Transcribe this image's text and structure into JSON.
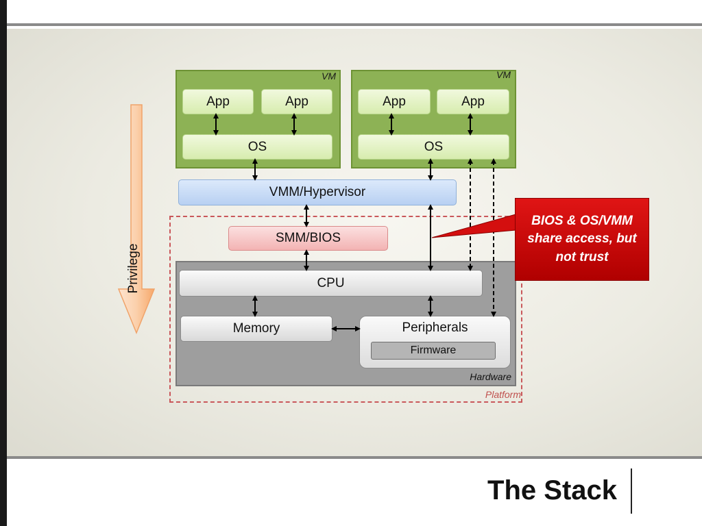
{
  "title": "The Stack",
  "privilege_label": "Privilege",
  "vm1": {
    "label": "VM",
    "app1": "App",
    "app2": "App",
    "os": "OS"
  },
  "vm2": {
    "label": "VM",
    "app1": "App",
    "app2": "App",
    "os": "OS"
  },
  "vmm": "VMM/Hypervisor",
  "smm": "SMM/BIOS",
  "cpu": "CPU",
  "memory": "Memory",
  "peripherals": "Peripherals",
  "firmware": "Firmware",
  "hardware_label": "Hardware",
  "platform_label": "Platform",
  "callout": "BIOS & OS/VMM share access, but not trust",
  "colors": {
    "vm_green": "#8db255",
    "vmm_blue": "#b8d0f2",
    "smm_pink": "#f3b3b3",
    "hardware_gray": "#9e9e9e",
    "platform_dash": "#c9575a",
    "callout_red": "#c00000",
    "privilege_arrow": "#f7a86a"
  }
}
